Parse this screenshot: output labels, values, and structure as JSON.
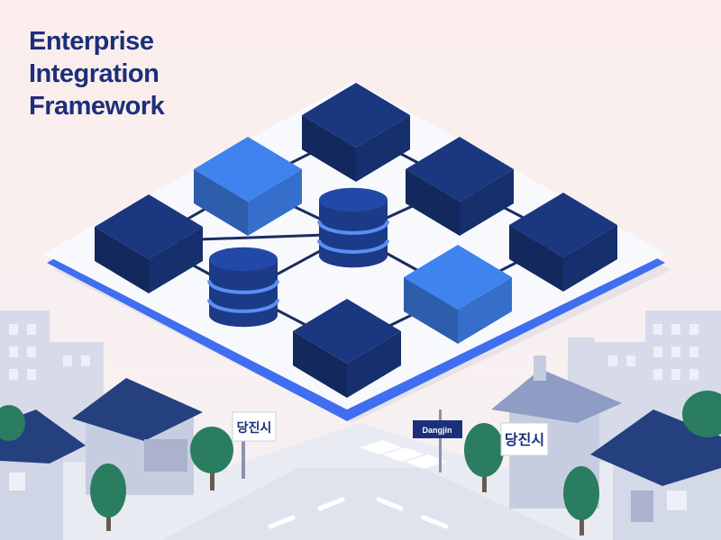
{
  "title": {
    "lines": [
      "Enterprise",
      "Integration",
      "Framework"
    ]
  },
  "street_signs": {
    "left_sign": "당진시",
    "right_sign": "당진시",
    "small_sign": "Dangjin"
  },
  "colors": {
    "title_text": "#1c2f7a",
    "background_top": "#fbeeec",
    "background_bottom": "#f6f1f3",
    "platform_surface": "#f8f9fd",
    "platform_edge": "#3f6ff0",
    "dark_block": "#1a3780",
    "light_block": "#3f83ef",
    "database_cylinder": "#1c3a86",
    "database_stripe": "#5b8ef5",
    "connector_line": "#1b2d5e",
    "building": "#c7cde0",
    "roof": "#24407f",
    "tree": "#2a7d60",
    "road": "#e3e6ef"
  },
  "icons": {
    "modules": "cube-icon",
    "databases": "database-icon",
    "town": "building-icon",
    "trees": "tree-icon"
  }
}
